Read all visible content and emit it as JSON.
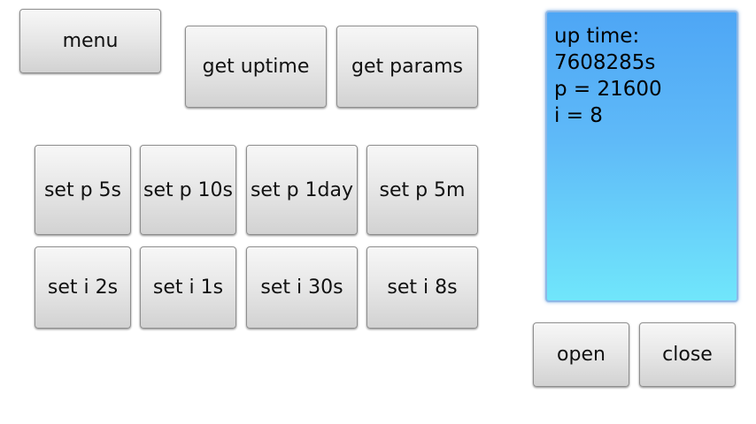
{
  "top": {
    "menu_label": "menu",
    "get_uptime_label": "get uptime",
    "get_params_label": "get params"
  },
  "set_p": {
    "buttons": [
      "set p 5s",
      "set p 10s",
      "set p 1day",
      "set p 5m"
    ]
  },
  "set_i": {
    "buttons": [
      "set i 2s",
      "set i 1s",
      "set i 30s",
      "set i 8s"
    ]
  },
  "output": {
    "lines": [
      "up time:",
      "7608285s",
      "p = 21600",
      "i = 8"
    ]
  },
  "connection": {
    "open_label": "open",
    "close_label": "close"
  }
}
